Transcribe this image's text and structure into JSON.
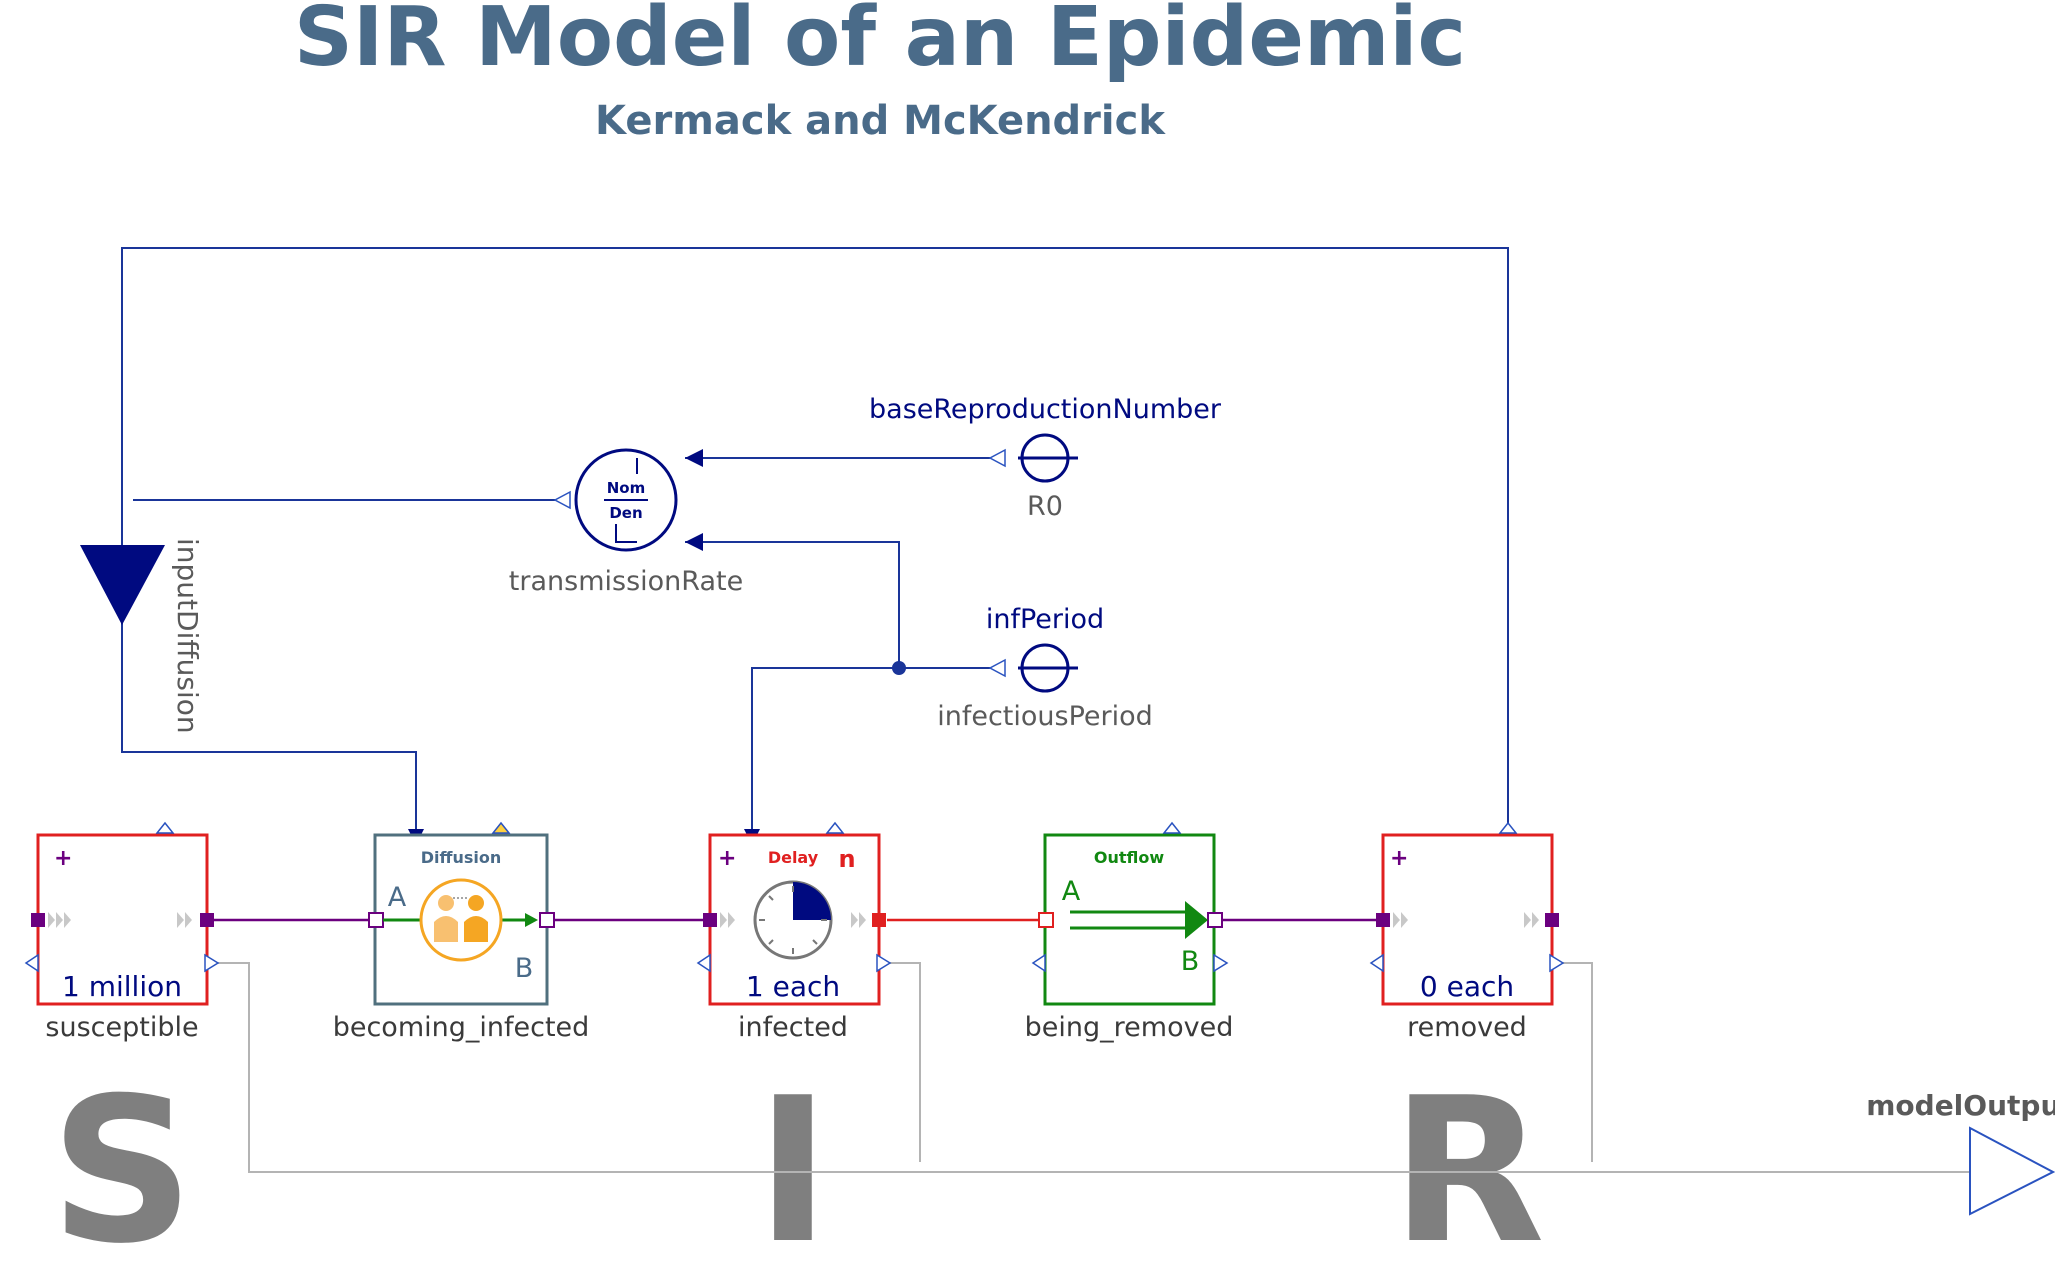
{
  "title": "SIR Model of an Epidemic",
  "subtitle": "Kermack and McKendrick",
  "colors": {
    "title": "#4a6b89",
    "signal": "#1a3599",
    "navy": "#000a80",
    "stock_red": "#e02020",
    "flow_green": "#118811",
    "diffusion_border": "#50707e",
    "purple": "#6b007f",
    "grey_text": "#5a5a5a",
    "big_letter": "#7f7f7f",
    "output_line": "#b4b4b4",
    "output_triangle": "#2a53c0"
  },
  "blocks": {
    "susceptible": {
      "name": "susceptible",
      "value": "1 million",
      "icons": [
        "plus-icon",
        "port-triangle-icon"
      ]
    },
    "becoming_infected": {
      "name": "becoming_infected",
      "header": "Diffusion",
      "port_a": "A",
      "port_b": "B",
      "icons": [
        "people-icon"
      ]
    },
    "infected": {
      "name": "infected",
      "header": "Delay",
      "marker": "n",
      "value": "1 each",
      "icons": [
        "plus-icon",
        "clock-icon"
      ]
    },
    "being_removed": {
      "name": "being_removed",
      "header": "Outflow",
      "port_a": "A",
      "port_b": "B",
      "icons": [
        "arrow-icon"
      ]
    },
    "removed": {
      "name": "removed",
      "value": "0 each",
      "icons": [
        "plus-icon"
      ]
    }
  },
  "division": {
    "name": "transmissionRate",
    "nom": "Nom",
    "den": "Den"
  },
  "parameters": {
    "r0": {
      "label_top": "baseReproductionNumber",
      "label_bottom": "R0"
    },
    "inf_period": {
      "label_top": "infPeriod",
      "label_bottom": "infectiousPeriod"
    }
  },
  "input_diffusion": "inputDiffusion",
  "model_output": "modelOutput",
  "sir_letters": {
    "s": "S",
    "i": "I",
    "r": "R"
  }
}
